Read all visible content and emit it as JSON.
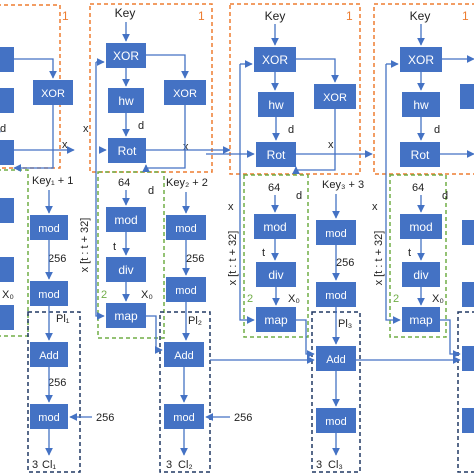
{
  "colors": {
    "block_fill": "#4472C4",
    "block_text": "#FFFFFF",
    "arrow": "#4472C4",
    "stage1_border": "#ED7D31",
    "stage2_border": "#70AD47",
    "stage3_border": "#203864",
    "label_text": "#222222",
    "stage_number": "#ED7D31"
  },
  "labels": {
    "key": "Key",
    "xor": "XOR",
    "hw": "hw",
    "rot": "Rot",
    "mod": "mod",
    "div": "div",
    "map": "map",
    "add": "Add",
    "d": "d",
    "t": "t",
    "x": "x",
    "n64": "64",
    "n256": "256",
    "x0": "X₀",
    "stage1": "1",
    "stage2": "2",
    "stage3": "3",
    "x_window": "x [t : t + 32]",
    "key1": "Key₁ + 1",
    "key2": "Key₂ + 2",
    "key3": "Key₃ + 3",
    "pl1": "Pl₁",
    "pl2": "Pl₂",
    "pl3": "Pl₃",
    "cl1": "Cl₁",
    "cl2": "Cl₂",
    "cl3": "Cl₃"
  }
}
